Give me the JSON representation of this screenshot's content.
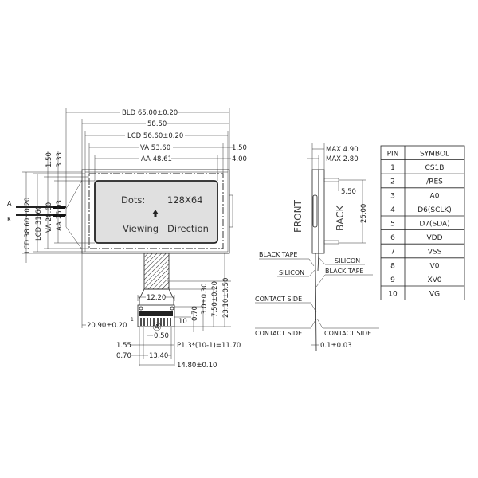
{
  "front_view": {
    "bld_width": "BLD  65.00±0.20",
    "width_58_50": "58.50",
    "lcd_width": "LCD  56.60±0.20",
    "va_width": "VA  53.60",
    "va_offset": "1.50",
    "aa_width": "AA  48.61",
    "aa_offset": "4.00",
    "left_va_offset": "1.50",
    "left_aa_offset": "3.33",
    "lcd_height_outer": "LCD  38.60±0.20",
    "lcd_height": "LCD  31.60",
    "va_height": "VA  28.60",
    "aa_height": "AA  26.93",
    "anode_label": "A",
    "cathode_label": "K",
    "dots_label": "Dots:",
    "dots_value": "128X64",
    "viewing_label": "Viewing",
    "direction_label": "Direction"
  },
  "connector": {
    "flex_width": "12.20",
    "left_offset": "20.90±0.20",
    "pin1_label": "1",
    "pin10_label": "10",
    "detail_label": "A",
    "pin_width": "0.50",
    "edge_offset": "1.55",
    "pitch": "P1.3*(10-1)=11.70",
    "edge_offset2": "0.70",
    "inner_width": "13.40",
    "total_width": "14.80±0.10",
    "v_0_70": "0.70",
    "v_3_0": "3.0±0.30",
    "v_7_50": "7.50±0.20",
    "v_23_10": "23.10±0.50"
  },
  "side_view": {
    "max_thickness": "MAX  4.90",
    "max_glass": "MAX  2.80",
    "pin_length": "5.50",
    "pin_spacing": "25.00",
    "front_label": "FRONT",
    "back_label": "BACK",
    "black_tape_left": "BLACK  TAPE",
    "silicon_right": "SILICON",
    "silicon_left": "SILICON",
    "black_tape_right": "BLACK  TAPE",
    "contact_side_top": "CONTACT  SIDE",
    "contact_side_left": "CONTACT  SIDE",
    "contact_side_right": "CONTACT  SIDE",
    "fpc_thickness": "0.1±0.03"
  },
  "pin_table": {
    "headers": [
      "PIN",
      "SYMBOL"
    ],
    "rows": [
      [
        "1",
        "CS1B"
      ],
      [
        "2",
        "/RES"
      ],
      [
        "3",
        "A0"
      ],
      [
        "4",
        "D6(SCLK)"
      ],
      [
        "5",
        "D7(SDA)"
      ],
      [
        "6",
        "VDD"
      ],
      [
        "7",
        "VSS"
      ],
      [
        "8",
        "V0"
      ],
      [
        "9",
        "XV0"
      ],
      [
        "10",
        "VG"
      ]
    ]
  }
}
